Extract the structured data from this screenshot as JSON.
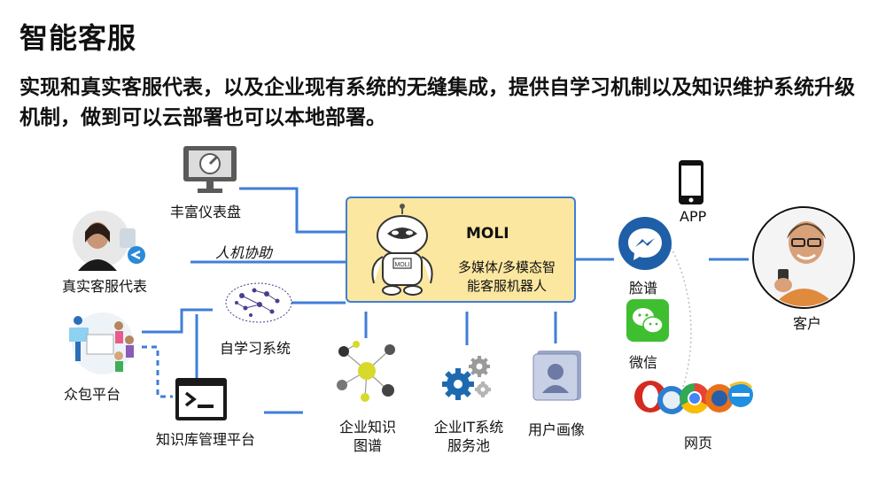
{
  "header": {
    "title": "智能客服",
    "subtitle": "实现和真实客服代表，以及企业现有系统的无缝集成，提供自学习机制以及知识维护系统升级机制，做到可以云部署也可以本地部署。"
  },
  "center": {
    "name": "MOLI",
    "desc_line1": "多媒体/多模态智",
    "desc_line2": "能客服机器人",
    "robot_badge": "MOLI"
  },
  "left": {
    "dashboard": "丰富仪表盘",
    "human_assist": "人机协助",
    "real_agent": "真实客服代表",
    "self_learning": "自学习系统",
    "crowdsourcing": "众包平台",
    "kb_platform": "知识库管理平台"
  },
  "bottom": {
    "knowledge_graph_1": "企业知识",
    "knowledge_graph_2": "图谱",
    "it_pool_1": "企业IT系统",
    "it_pool_2": "服务池",
    "user_profile": "用户画像"
  },
  "right": {
    "app": "APP",
    "facebook": "脸谱",
    "wechat": "微信",
    "web": "网页",
    "customer": "客户"
  },
  "colors": {
    "connector": "#3f7ed8",
    "moli_fill": "#fbe7a0",
    "wechat_green": "#3fbe30",
    "messenger_blue": "#1f5fa8"
  }
}
